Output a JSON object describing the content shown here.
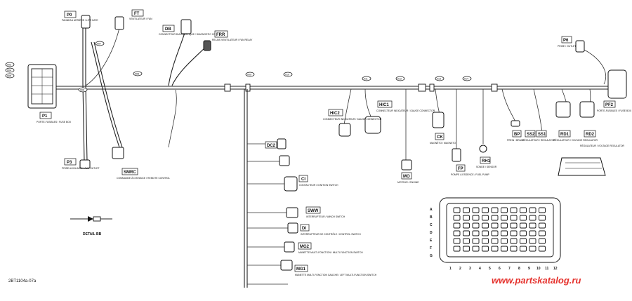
{
  "drawing_id": "2BT1104a-07a",
  "watermark": "www.partskatalog.ru",
  "detail_label": "DETAIL BB",
  "colors": {
    "wire": "#222222",
    "watermark": "#e5322d",
    "ink": "#111111"
  },
  "connector_tags": [
    {
      "id": "P0",
      "note": "PANNEAU ARRIÈRE / LIFT GATE"
    },
    {
      "id": "FT",
      "note": "VENTILATEUR / FAN"
    },
    {
      "id": "DB",
      "note": "CONNECTEUR DIAGNOSTIQUE / DIAGNOSTIC CONNECTOR"
    },
    {
      "id": "FRR",
      "note": "RELAIS VENTILATEUR / FAN RELAY"
    },
    {
      "id": "P1",
      "note": "PORTE-FUSIBLES / FUSE BOX"
    },
    {
      "id": "P3",
      "note": "PRISE AUXILIAIRE / AUX OUTLET"
    },
    {
      "id": "SMRC",
      "note": "COMMANDE À DISTANCE / REMOTE CONTROL"
    },
    {
      "id": "DC2",
      "note": ""
    },
    {
      "id": "CI",
      "note": "CONTACTEUR / IGNITION SWITCH"
    },
    {
      "id": "SWW",
      "note": "INTERRUPTEUR / WINCH SWITCH"
    },
    {
      "id": "DI",
      "note": "INTERRUPTEUR DE CONTRÔLE / CONTROL SWITCH"
    },
    {
      "id": "MG2",
      "note": "MANETTE MULTI-FONCTION / MULTI-FUNCTION SWITCH"
    },
    {
      "id": "MG1",
      "note": "MANETTE MULTI-FONCTION GAUCHE / LEFT MULTI-FUNCTION SWITCH"
    },
    {
      "id": "HIC2",
      "note": "CONNECTEUR INDICATEUR / GAUGE CONNECTOR"
    },
    {
      "id": "HIC1",
      "note": "CONNECTEUR INDICATEUR / GAUGE CONNECTOR"
    },
    {
      "id": "MO",
      "note": "MOTEUR / ENGINE"
    },
    {
      "id": "CK",
      "note": "MAGNÉTO / MAGNETO"
    },
    {
      "id": "FP",
      "note": "POMPE À ESSENCE / FUEL PUMP"
    },
    {
      "id": "RH1",
      "note": "SONDE / SENSOR"
    },
    {
      "id": "BP",
      "note": "FREIN / BRAKE"
    },
    {
      "id": "SS2",
      "note": "RÉGULATEUR / REGULATOR"
    },
    {
      "id": "SS1",
      "note": "RÉGULATEUR / REGULATOR"
    },
    {
      "id": "RD1",
      "note": "RÉGULATEUR / VOLTAGE REGULATOR"
    },
    {
      "id": "RD2",
      "note": "RÉGULATEUR / VOLTAGE REGULATOR"
    },
    {
      "id": "PF2",
      "note": "PORTE-FUSIBLES / FUSE BOX"
    },
    {
      "id": "P6",
      "note": "PRISE / OUTLET"
    }
  ],
  "fuse_box": {
    "bottom_labels": [
      "1",
      "2",
      "3",
      "4",
      "5",
      "6",
      "7",
      "8",
      "9",
      "10",
      "11",
      "12"
    ],
    "left_labels": [
      "A",
      "B",
      "C",
      "D",
      "E",
      "F",
      "G"
    ]
  },
  "callouts": [
    "003",
    "004",
    "005",
    "006",
    "007",
    "008",
    "009",
    "010",
    "011",
    "012",
    "013",
    "014"
  ]
}
